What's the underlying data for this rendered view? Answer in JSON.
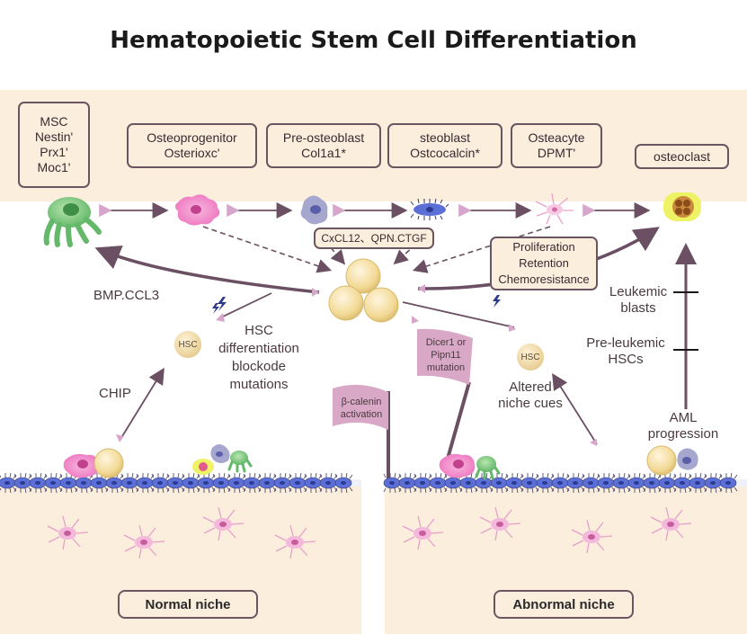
{
  "title": "Hematopoietic Stem Cell Differentiation",
  "stages": [
    {
      "id": "msc",
      "text": "MSC\nNestin'\nPrx1'\nMoc1'"
    },
    {
      "id": "osteoprogenitor",
      "text": "Osteoprogenitor\nOsterioxc'"
    },
    {
      "id": "preosteoblast",
      "text": "Pre-osteoblast\nCol1a1*"
    },
    {
      "id": "osteoblast",
      "text": "steoblast\nOstcocalcin*"
    },
    {
      "id": "osteocyte",
      "text": "Osteacyte\nDPMT'"
    },
    {
      "id": "osteoclast",
      "text": "osteoclast"
    }
  ],
  "factors_box": "CxCL12、QPN.CTGF",
  "proliferation_box": "Proliferation\nRetention\nChemoresistance",
  "labels": {
    "bmp": "BMP.CCL3",
    "hsc_mutations": "HSC\ndifferentiation\nblockode\nmutations",
    "chip": "CHIP",
    "leukemic_blasts": "Leukemic\nblasts",
    "preleukemic": "Pre-leukemic\nHSCs",
    "aml": "AML\nprogression",
    "altered_niche": "Altered\nniche cues",
    "hsc_cell": "HSC",
    "flag_catenin": "β-calenin\nactivation",
    "flag_dicer": "Dicer1 or\nPipn11\nmutation"
  },
  "niches": {
    "normal": "Normal niche",
    "abnormal": "Abnormal niche"
  },
  "colors": {
    "arrow": "#6b4f63",
    "band": "#fbeedd",
    "flag": "#d9a8c6",
    "endothelial": "#5b6fd6"
  }
}
